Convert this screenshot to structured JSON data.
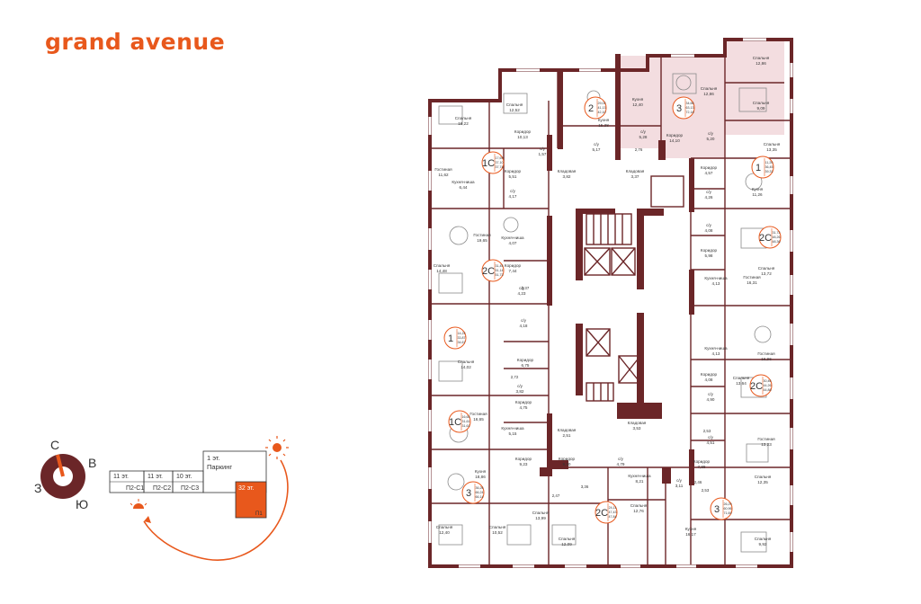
{
  "brand": {
    "logo_text": "grand avenue",
    "accent": "#e8581c",
    "wall": "#6b2628",
    "highlight": "#f3dde0"
  },
  "compass": {
    "n": "С",
    "e": "В",
    "s": "Ю",
    "w": "З"
  },
  "site": {
    "floors_11a": "11 эт.",
    "floors_11b": "11 эт.",
    "floors_10": "10 эт.",
    "parking": "1 эт.\nПаркинг",
    "l_c1": "П2-С1",
    "l_c2": "П2-С2",
    "l_c3": "П2-С3",
    "floors_32": "32 эт.",
    "l_p1": "П1"
  },
  "apartments": [
    {
      "id": "a1",
      "type": "1С",
      "areas": [
        "17,69",
        "37,10",
        "37,74"
      ]
    },
    {
      "id": "a2",
      "type": "2",
      "areas": [
        "29,02",
        "41,13",
        "42,10"
      ]
    },
    {
      "id": "a3",
      "type": "3",
      "areas": [
        "34,66",
        "63,13",
        "72,18"
      ]
    },
    {
      "id": "a4",
      "type": "2С",
      "areas": [
        "31,45",
        "51,14",
        "51,73"
      ]
    },
    {
      "id": "a5",
      "type": "1",
      "areas": [
        "14,22",
        "33,87",
        "34,67"
      ]
    },
    {
      "id": "a6",
      "type": "1С",
      "areas": [
        "16,65",
        "31,61",
        "31,61"
      ]
    },
    {
      "id": "a7",
      "type": "3",
      "areas": [
        "36,26",
        "66,24",
        "66,14"
      ]
    },
    {
      "id": "a8",
      "type": "2С",
      "areas": [
        "24,11",
        "47,43",
        "47,84"
      ]
    },
    {
      "id": "a9",
      "type": "3",
      "areas": [
        "26,29",
        "60,96",
        "71,69"
      ]
    },
    {
      "id": "a10",
      "type": "1",
      "areas": [
        "11,20",
        "36,45",
        "39,31"
      ]
    },
    {
      "id": "a11",
      "type": "2С",
      "areas": [
        "31,72",
        "48,26",
        "48,36"
      ]
    },
    {
      "id": "a12",
      "type": "2С",
      "areas": [
        "30,46",
        "44,26",
        "44,88"
      ]
    }
  ],
  "rooms": [
    {
      "id": "r1",
      "name": "Спальня",
      "area": "16,22"
    },
    {
      "id": "r2",
      "name": "Спальня",
      "area": "12,52"
    },
    {
      "id": "r3",
      "name": "Кухня",
      "area": "15,38"
    },
    {
      "id": "r4",
      "name": "Кухня",
      "area": "12,40"
    },
    {
      "id": "r5",
      "name": "Спальня",
      "area": "12,86"
    },
    {
      "id": "r6",
      "name": "Спальня",
      "area": "12,86"
    },
    {
      "id": "r7",
      "name": "Спальня",
      "area": "9,09"
    },
    {
      "id": "r8",
      "name": "Коридор",
      "area": "10,13"
    },
    {
      "id": "r9",
      "name": "с/у",
      "area": "5,28"
    },
    {
      "id": "r10",
      "name": "с/у",
      "area": "5,17"
    },
    {
      "id": "r11",
      "name": "Коридор",
      "area": "14,10"
    },
    {
      "id": "r12",
      "name": "с/у",
      "area": "5,20"
    },
    {
      "id": "r13",
      "name": "Спальня",
      "area": "13,35"
    },
    {
      "id": "r14",
      "name": "с/у",
      "area": "1,57"
    },
    {
      "id": "r15",
      "name": "Гостиная",
      "area": "11,62"
    },
    {
      "id": "r16",
      "name": "Коридор",
      "area": "5,51"
    },
    {
      "id": "r17",
      "name": "Кухня-ниша",
      "area": "6,44"
    },
    {
      "id": "r18",
      "name": "с/у",
      "area": "4,17"
    },
    {
      "id": "r19",
      "name": "Кладовая",
      "area": "3,82"
    },
    {
      "id": "r20",
      "name": "Кладовая",
      "area": "3,37"
    },
    {
      "id": "r21",
      "name": "Коридор",
      "area": "4,57"
    },
    {
      "id": "r22",
      "name": "Кухня",
      "area": "11,26"
    },
    {
      "id": "r23",
      "name": "с/у",
      "area": "4,26"
    },
    {
      "id": "r24",
      "name": "с/у",
      "area": "4,08"
    },
    {
      "id": "r25",
      "name": "Гостиная",
      "area": "19,65"
    },
    {
      "id": "r26",
      "name": "Кухня-ниша",
      "area": "4,07"
    },
    {
      "id": "r27",
      "name": "Коридор",
      "area": "7,44"
    },
    {
      "id": "r28",
      "name": "Спальня",
      "area": "14,48"
    },
    {
      "id": "r29",
      "name": "с/у",
      "area": "4,23"
    },
    {
      "id": "r30",
      "name": "Спальня",
      "area": "13,72"
    },
    {
      "id": "r31",
      "name": "Коридор",
      "area": "5,98"
    },
    {
      "id": "r32",
      "name": "Гостиная",
      "area": "16,31"
    },
    {
      "id": "r33",
      "name": "Кухня-ниша",
      "area": "4,13"
    },
    {
      "id": "r34",
      "name": "с/у",
      "area": "4,18"
    },
    {
      "id": "r35",
      "name": "Кухня",
      "area": "16,19"
    },
    {
      "id": "r36",
      "name": "Коридор",
      "area": "6,75"
    },
    {
      "id": "r37",
      "name": "Спальня",
      "area": "14,02"
    },
    {
      "id": "r38",
      "name": "с/у",
      "area": "3,82"
    },
    {
      "id": "r39",
      "name": "Кухня-ниша",
      "area": "4,13"
    },
    {
      "id": "r40",
      "name": "Гостиная",
      "area": "16,96"
    },
    {
      "id": "r41",
      "name": "Коридор",
      "area": "4,08"
    },
    {
      "id": "r42",
      "name": "Спальня",
      "area": "13,64"
    },
    {
      "id": "r43",
      "name": "с/у",
      "area": "4,90"
    },
    {
      "id": "r44",
      "name": "Коридор",
      "area": "4,75"
    },
    {
      "id": "r45",
      "name": "Гостиная",
      "area": "16,65"
    },
    {
      "id": "r46",
      "name": "Кухня-ниша",
      "area": "5,15"
    },
    {
      "id": "r47",
      "name": "Кладовая",
      "area": "2,51"
    },
    {
      "id": "r48",
      "name": "Кладовая",
      "area": "3,53"
    },
    {
      "id": "r49",
      "name": "с/у",
      "area": "4,51"
    },
    {
      "id": "r50",
      "name": "Гостиная",
      "area": "13,23"
    },
    {
      "id": "r51",
      "name": "Коридор",
      "area": "7,88"
    },
    {
      "id": "r52",
      "name": "Кухня",
      "area": "18,86"
    },
    {
      "id": "r53",
      "name": "Коридор",
      "area": "9,23"
    },
    {
      "id": "r54",
      "name": "Коридор",
      "area": "9,30"
    },
    {
      "id": "r55",
      "name": "с/у",
      "area": "4,79"
    },
    {
      "id": "r56",
      "name": "Кухня-ниша",
      "area": "8,21"
    },
    {
      "id": "r57",
      "name": "с/у",
      "area": "3,11"
    },
    {
      "id": "r58",
      "name": "Спальня",
      "area": "12,35"
    },
    {
      "id": "r59",
      "name": "Спальня",
      "area": "12,76"
    },
    {
      "id": "r60",
      "name": "Спальня",
      "area": "13,99"
    },
    {
      "id": "r61",
      "name": "Спальня",
      "area": "12,40"
    },
    {
      "id": "r62",
      "name": "Спальня",
      "area": "10,52"
    },
    {
      "id": "r63",
      "name": "Спальня",
      "area": "12,09"
    },
    {
      "id": "r64",
      "name": "Кухня",
      "area": "16,17"
    },
    {
      "id": "r65",
      "name": "Спальня",
      "area": "9,92"
    }
  ],
  "small_labels": [
    "2,76",
    "2,37",
    "2,72",
    "2,53",
    "2,47",
    "3,36",
    "2,46",
    "2,53"
  ]
}
